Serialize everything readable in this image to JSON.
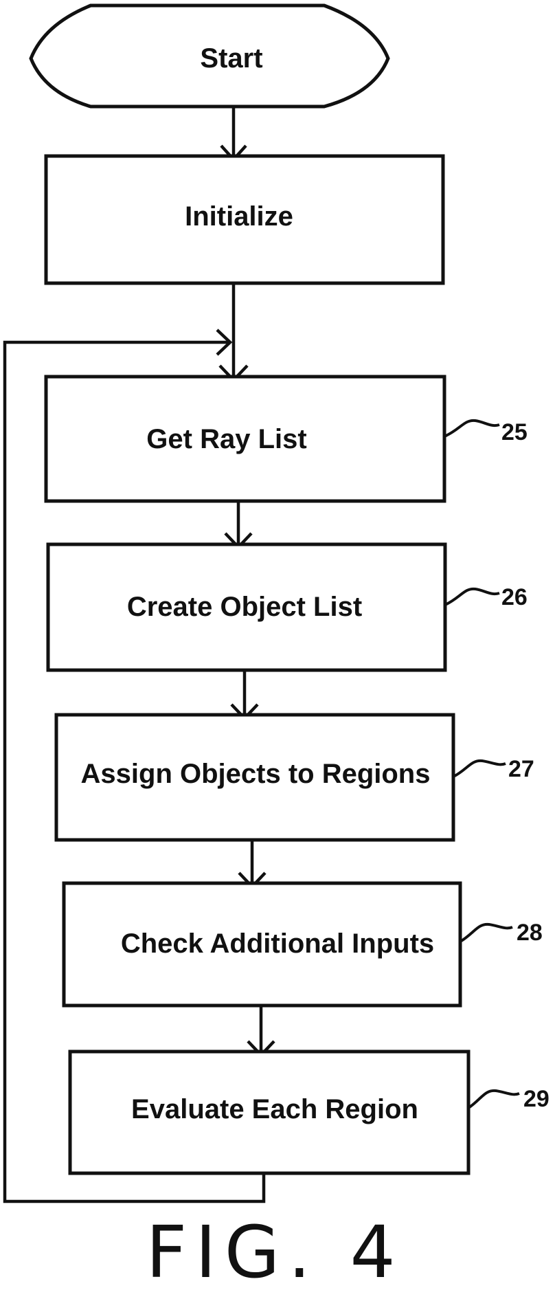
{
  "flowchart": {
    "start": "Start",
    "steps": [
      {
        "label": "Initialize",
        "ref": ""
      },
      {
        "label": "Get Ray List",
        "ref": "25"
      },
      {
        "label": "Create Object List",
        "ref": "26"
      },
      {
        "label": "Assign Objects to Regions",
        "ref": "27"
      },
      {
        "label": "Check Additional Inputs",
        "ref": "28"
      },
      {
        "label": "Evaluate Each Region",
        "ref": "29"
      }
    ]
  },
  "figure_caption": "FIG. 4",
  "colors": {
    "ink": "#111111",
    "paper": "#ffffff"
  }
}
